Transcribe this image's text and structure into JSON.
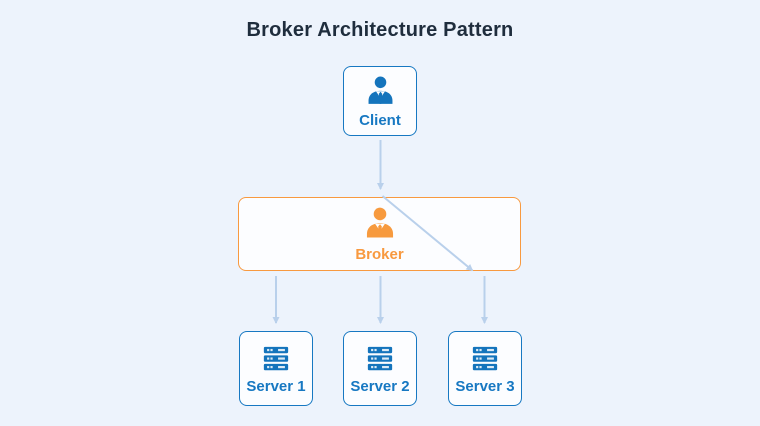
{
  "title": "Broker Architecture Pattern",
  "diagram": {
    "type": "architecture-diagram",
    "nodes": [
      {
        "id": "client",
        "label": "Client",
        "icon": "person-icon",
        "accent": "blue"
      },
      {
        "id": "broker",
        "label": "Broker",
        "icon": "person-icon",
        "accent": "orange"
      },
      {
        "id": "server1",
        "label": "Server 1",
        "icon": "server-rack-icon",
        "accent": "blue"
      },
      {
        "id": "server2",
        "label": "Server 2",
        "icon": "server-rack-icon",
        "accent": "blue"
      },
      {
        "id": "server3",
        "label": "Server 3",
        "icon": "server-rack-icon",
        "accent": "blue"
      }
    ],
    "edges": [
      {
        "from": "client",
        "to": "broker",
        "style": "vertical-arrow"
      },
      {
        "from": "client",
        "to": "server3",
        "via": "broker",
        "style": "diagonal-arrow"
      },
      {
        "from": "broker",
        "to": "server1",
        "style": "vertical-arrow"
      },
      {
        "from": "broker",
        "to": "server2",
        "style": "vertical-arrow"
      },
      {
        "from": "broker",
        "to": "server3",
        "style": "vertical-arrow"
      }
    ]
  },
  "colors": {
    "background": "#edf3fc",
    "node_fill": "#fcfdff",
    "blue": "#1778c2",
    "blue_icon": "#1474bc",
    "orange": "#f8993f",
    "orange_icon": "#f79a3e",
    "arrow": "#b9d0eb",
    "title_text": "#1f2d3d"
  }
}
